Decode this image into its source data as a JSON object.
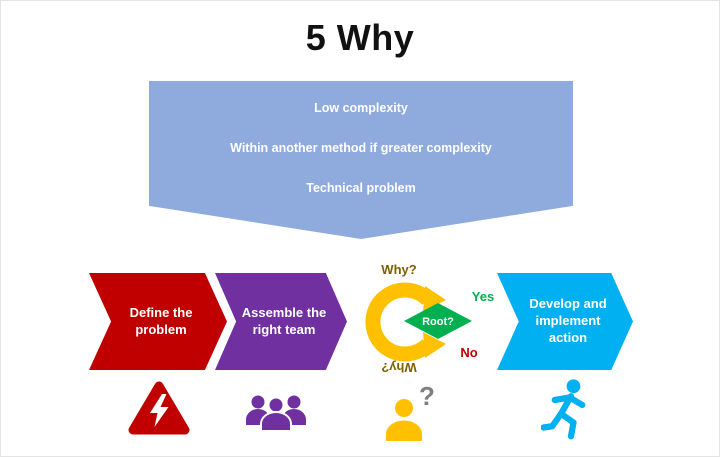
{
  "title": "5 Why",
  "banner": {
    "color": "#8FAADC",
    "lines": [
      "Low complexity",
      "Within another method if greater complexity",
      "Technical problem"
    ]
  },
  "steps": [
    {
      "label": "Define the problem",
      "color": "#C00000"
    },
    {
      "label": "Assemble the right team",
      "color": "#7030A0"
    },
    {
      "label": "Develop and implement action",
      "color": "#00B0F0"
    }
  ],
  "loop": {
    "why_top": "Why?",
    "why_bottom": "Why?",
    "decision": "Root?",
    "yes": "Yes",
    "no": "No",
    "arrow_color": "#FFC000",
    "decision_color": "#00B050",
    "yes_color": "#00B050",
    "no_color": "#C00000"
  },
  "icons": [
    {
      "name": "warning-lightning-icon",
      "color": "#C00000"
    },
    {
      "name": "team-icon",
      "color": "#7030A0"
    },
    {
      "name": "person-question-icon",
      "color": "#FFC000"
    },
    {
      "name": "runner-icon",
      "color": "#00B0F0"
    }
  ]
}
